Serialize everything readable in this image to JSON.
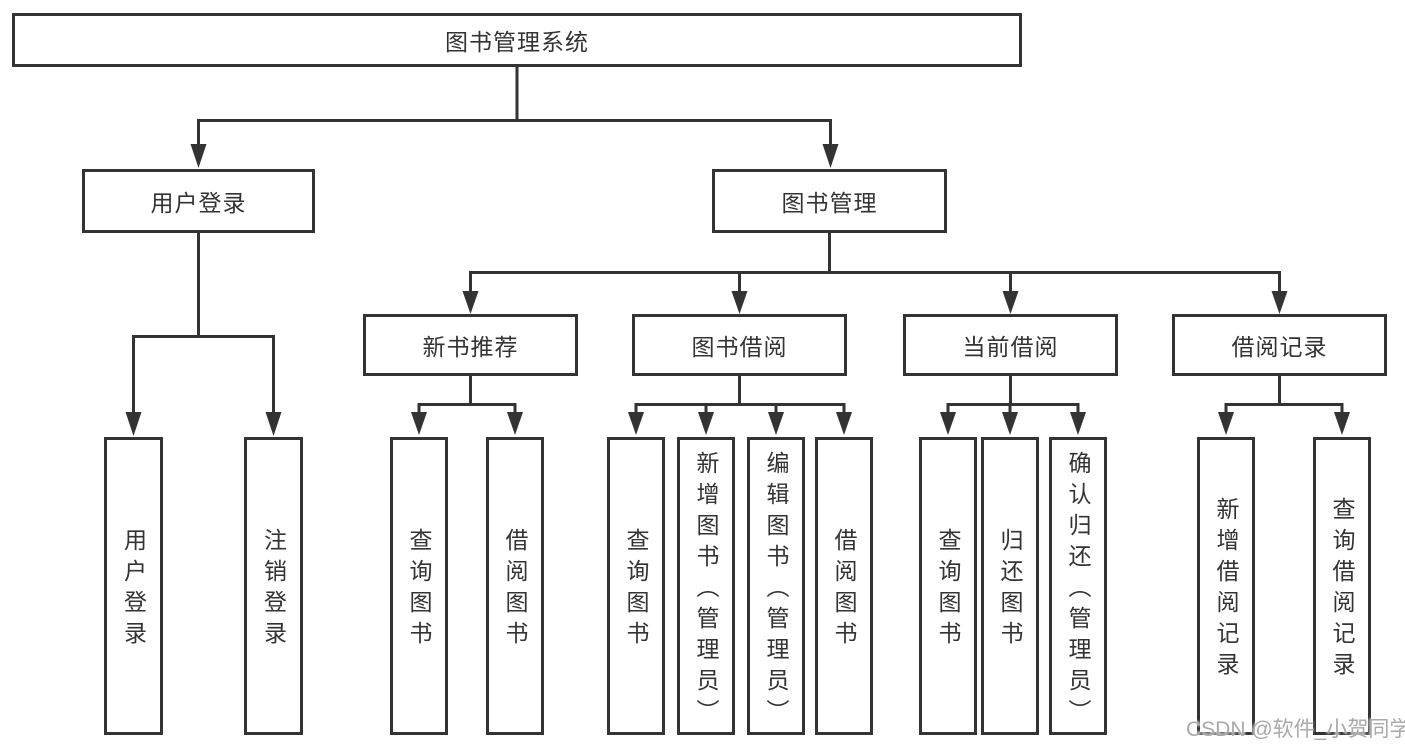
{
  "diagram": {
    "root": {
      "label": "图书管理系统"
    },
    "branches": [
      {
        "label": "用户登录",
        "children": [
          {
            "label": "用户登录"
          },
          {
            "label": "注销登录"
          }
        ]
      },
      {
        "label": "图书管理",
        "children": [
          {
            "label": "新书推荐",
            "children": [
              {
                "label": "查询图书"
              },
              {
                "label": "借阅图书"
              }
            ]
          },
          {
            "label": "图书借阅",
            "children": [
              {
                "label": "查询图书"
              },
              {
                "label": "新增图书（管理员）"
              },
              {
                "label": "编辑图书（管理员）"
              },
              {
                "label": "借阅图书"
              }
            ]
          },
          {
            "label": "当前借阅",
            "children": [
              {
                "label": "查询图书"
              },
              {
                "label": "归还图书"
              },
              {
                "label": "确认归还（管理员）"
              }
            ]
          },
          {
            "label": "借阅记录",
            "children": [
              {
                "label": "新增借阅记录"
              },
              {
                "label": "查询借阅记录"
              }
            ]
          }
        ]
      }
    ]
  },
  "watermark": "CSDN @软件_小贺同学",
  "colors": {
    "line": "#333333",
    "box_border": "#333333",
    "box_fill": "#ffffff",
    "text": "#333333",
    "watermark": "#a9a9a9",
    "background": "#ffffff"
  }
}
